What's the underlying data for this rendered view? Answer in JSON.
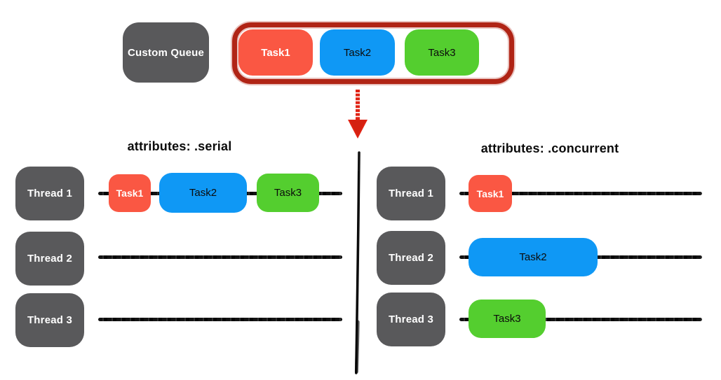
{
  "top_row": {
    "queue_box": {
      "label": "Custom Queue"
    },
    "queue_tasks": [
      {
        "label": "Task1",
        "color": "#FA5743"
      },
      {
        "label": "Task2",
        "color": "#0F98F5"
      },
      {
        "label": "Task3",
        "color": "#54CE2F"
      }
    ]
  },
  "panels": {
    "serial": {
      "title": "attributes: .serial",
      "threads": [
        {
          "label": "Thread 1",
          "tasks": [
            "Task1",
            "Task2",
            "Task3"
          ]
        },
        {
          "label": "Thread 2",
          "tasks": []
        },
        {
          "label": "Thread 3",
          "tasks": []
        }
      ]
    },
    "concurrent": {
      "title": "attributes: .concurrent",
      "threads": [
        {
          "label": "Thread 1",
          "tasks": [
            "Task1"
          ]
        },
        {
          "label": "Thread 2",
          "tasks": [
            "Task2"
          ]
        },
        {
          "label": "Thread 3",
          "tasks": [
            "Task3"
          ]
        }
      ]
    }
  },
  "colors": {
    "task1_red": "#FA5743",
    "task2_blue": "#0F98F5",
    "task3_green": "#54CE2F",
    "thread_box_gray": "#59595B",
    "queue_outline_red": "#B02415",
    "arrow_red": "#E02213",
    "timeline_black": "#121212"
  }
}
